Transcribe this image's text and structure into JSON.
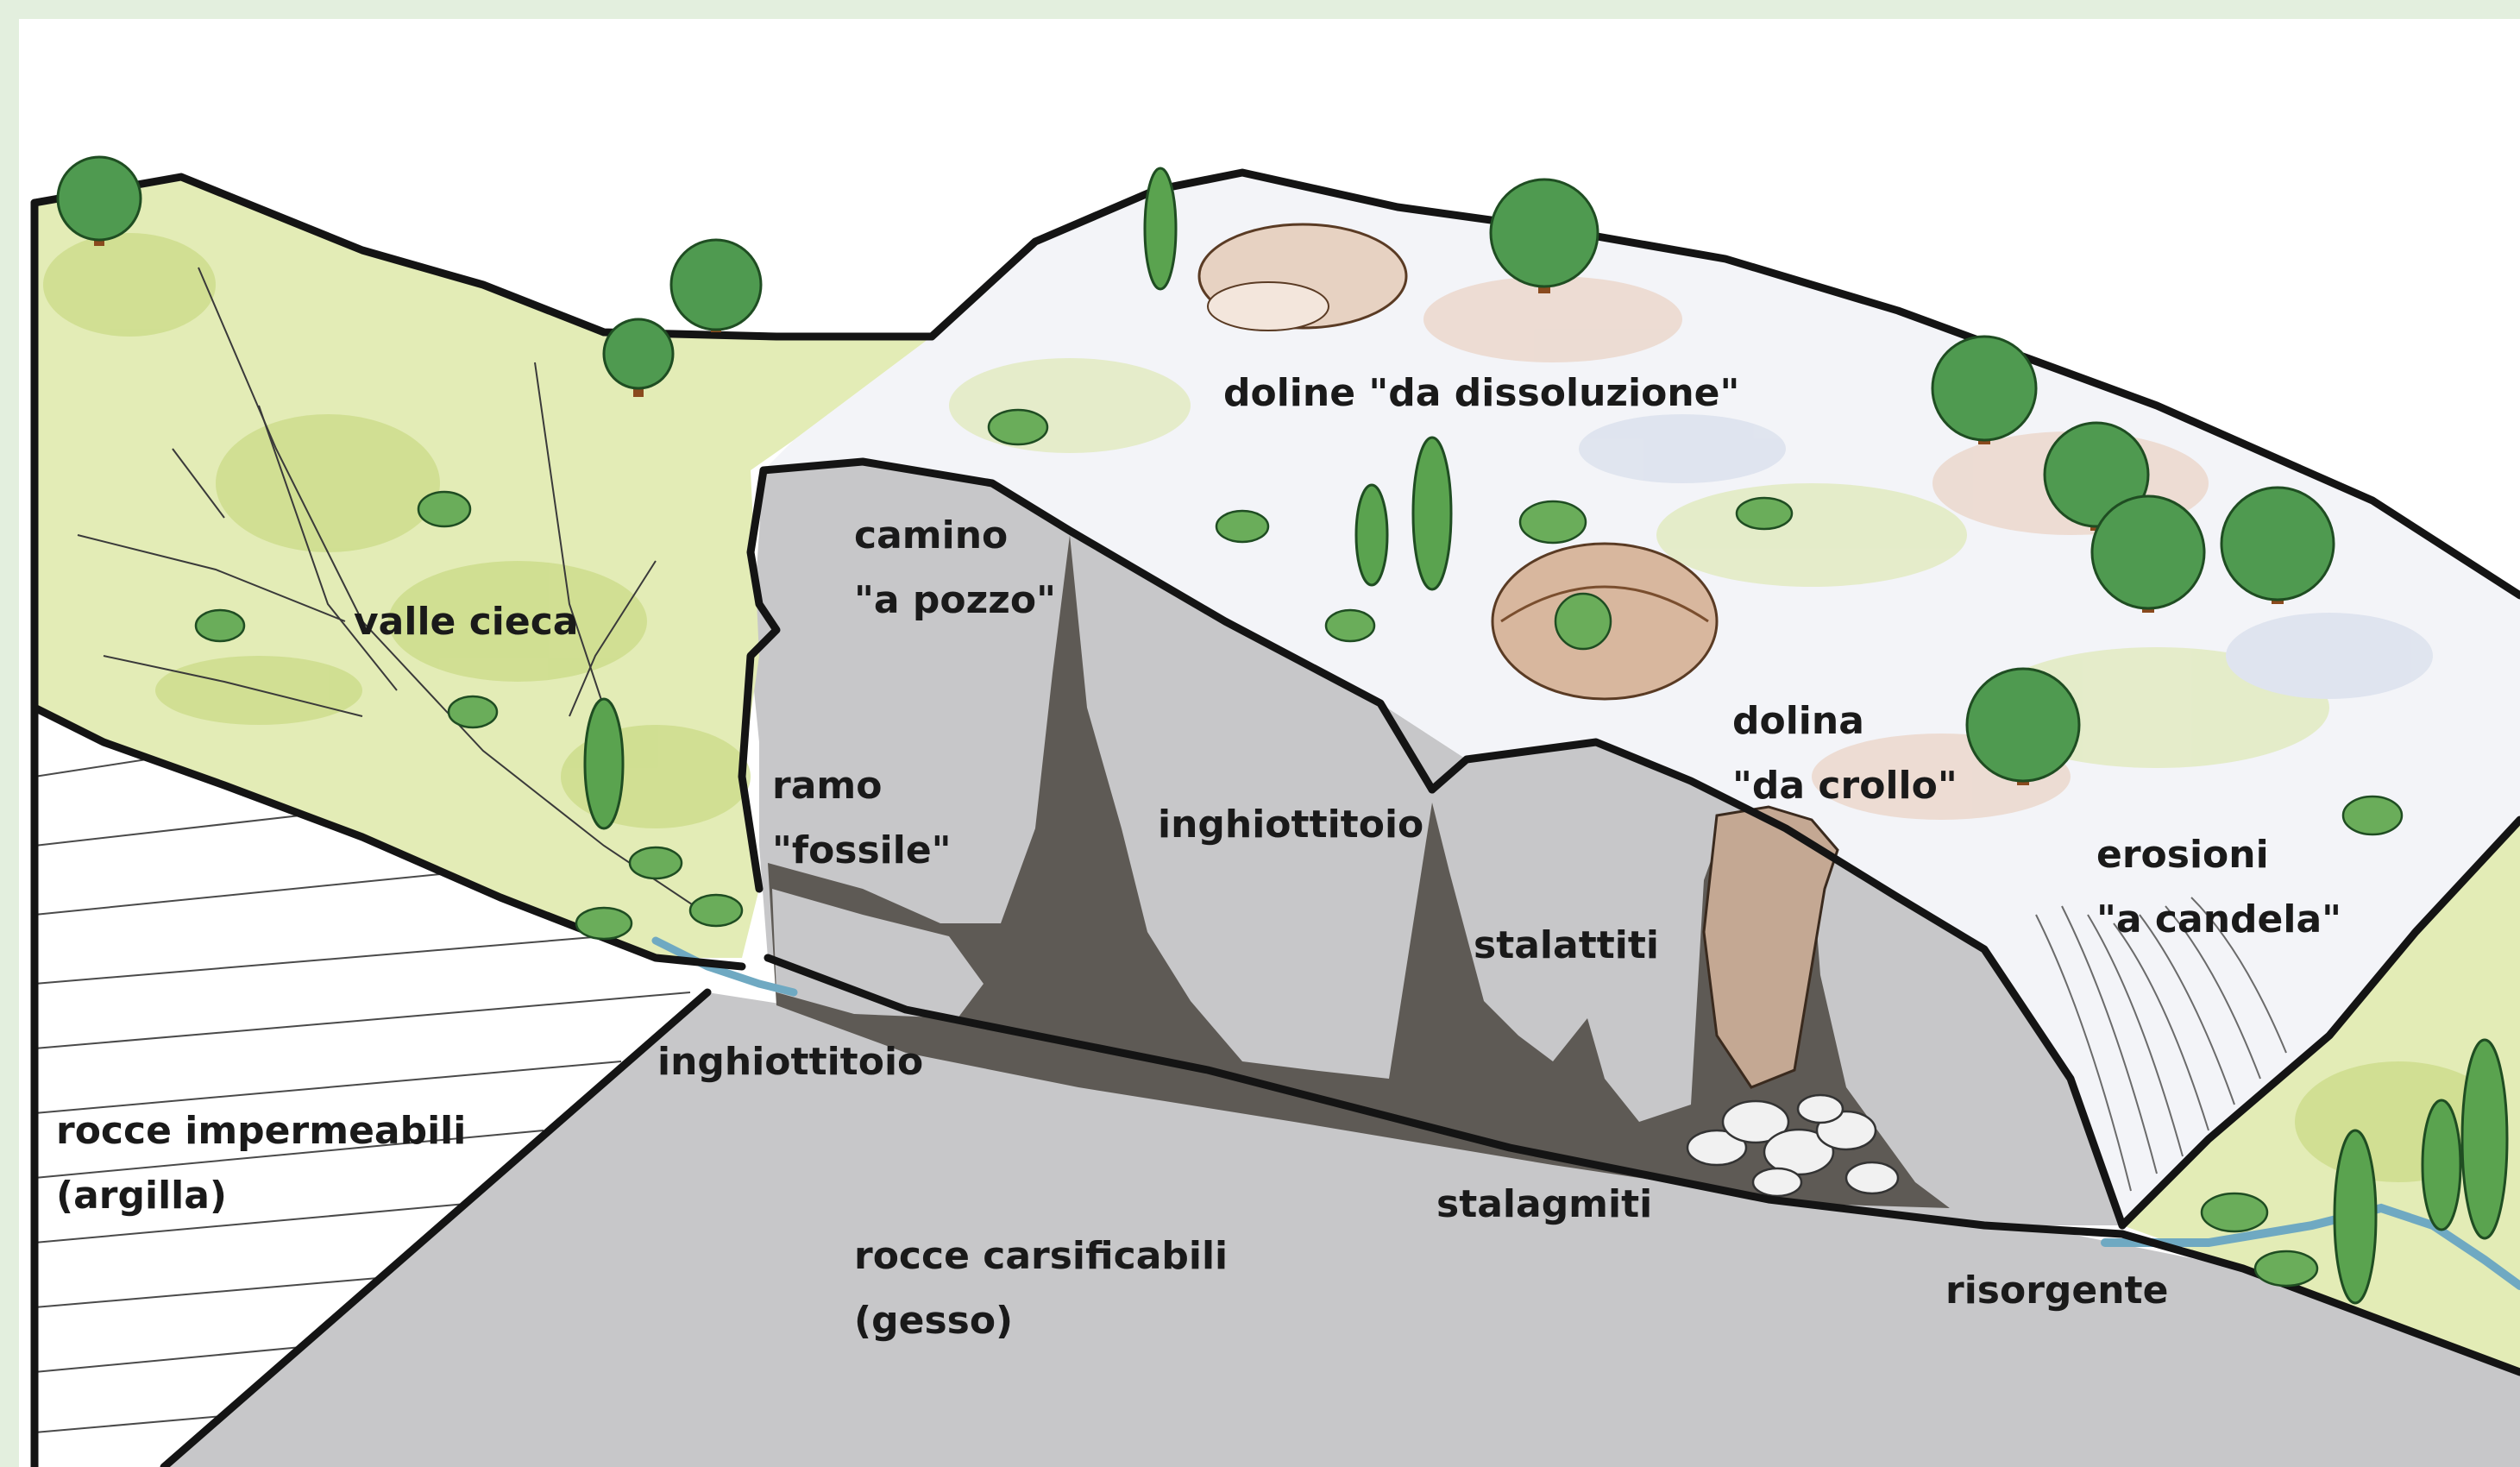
{
  "diagram": {
    "labels": {
      "valle_cieca": "valle cieca",
      "camino_line1": "camino",
      "camino_line2": "\"a pozzo\"",
      "doline_dissoluzione": "doline \"da dissoluzione\"",
      "ramo_line1": "ramo",
      "ramo_line2": "\"fossile\"",
      "inghiottitoio_cave": "inghiottitoio",
      "dolina_line1": "dolina",
      "dolina_line2": "\"da crollo\"",
      "erosioni_line1": "erosioni",
      "erosioni_line2": "\"a candela\"",
      "stalattiti": "stalattiti",
      "inghiottitoio_entry": "inghiottitoio",
      "rocce_imp_line1": "rocce impermeabili",
      "rocce_imp_line2": "(argilla)",
      "stalagmiti": "stalagmiti",
      "rocce_carsi_line1": "rocce carsificabili",
      "rocce_carsi_line2": "(gesso)",
      "risorgente": "risorgente"
    },
    "colors": {
      "background": "#e3efde",
      "clay": "#ffffff",
      "gypsum": "#c7c7c9",
      "cave_void": "#c7c7c9",
      "cave_fill": "#5e5a55",
      "meadow": "#e3ecb6",
      "meadow_dark": "#c9da84",
      "gypsum_surface": "#f3f4f8",
      "tree_crown": "#4f9a50",
      "tree_trunk": "#8a4a1e",
      "outline": "#141414",
      "water": "#6fa9c2"
    }
  }
}
